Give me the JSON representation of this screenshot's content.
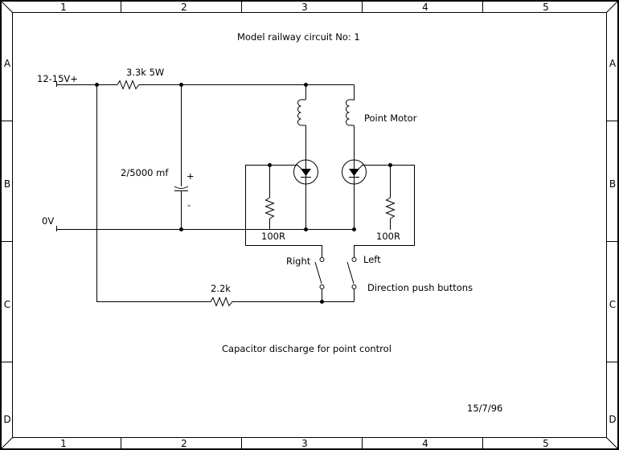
{
  "sheet": {
    "column_labels": [
      "1",
      "2",
      "3",
      "4",
      "5"
    ],
    "row_labels": [
      "A",
      "B",
      "C",
      "D"
    ]
  },
  "diagram": {
    "title": "Model railway circuit No: 1",
    "caption": "Capacitor discharge for point control",
    "date": "15/7/96",
    "labels": {
      "supply_positive": "12-15V+",
      "supply_zero": "0V",
      "series_resistor": "3.3k 5W",
      "capacitor": "2/5000 mf",
      "cap_plus": "+",
      "cap_minus": "-",
      "point_motor": "Point Motor",
      "left_resistor": "100R",
      "right_resistor": "100R",
      "switch_right": "Right",
      "switch_left": "Left",
      "push_buttons": "Direction push buttons",
      "trigger_resistor": "2.2k"
    },
    "components": [
      {
        "id": "R1",
        "type": "resistor",
        "value": "3.3k 5W"
      },
      {
        "id": "C1",
        "type": "electrolytic-capacitor",
        "value": "2/5000 mf"
      },
      {
        "id": "L1",
        "type": "coil",
        "part_of": "Point Motor"
      },
      {
        "id": "L2",
        "type": "coil",
        "part_of": "Point Motor"
      },
      {
        "id": "TH1",
        "type": "thyristor"
      },
      {
        "id": "TH2",
        "type": "thyristor"
      },
      {
        "id": "R2",
        "type": "resistor",
        "value": "100R"
      },
      {
        "id": "R3",
        "type": "resistor",
        "value": "100R"
      },
      {
        "id": "SW1",
        "type": "push-button",
        "label": "Right"
      },
      {
        "id": "SW2",
        "type": "push-button",
        "label": "Left"
      },
      {
        "id": "R4",
        "type": "resistor",
        "value": "2.2k"
      }
    ]
  }
}
